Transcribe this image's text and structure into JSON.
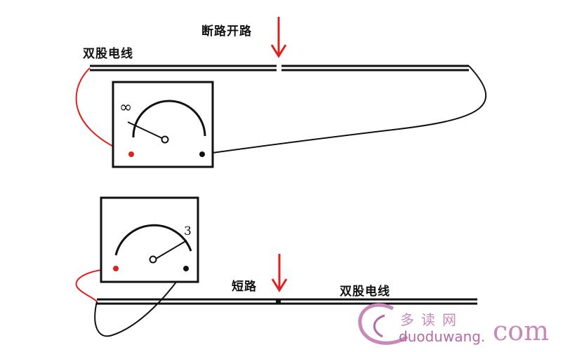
{
  "top_diagram": {
    "label_open_circuit": "断路开路",
    "label_wire": "双股电线",
    "meter_reading": "∞"
  },
  "bottom_diagram": {
    "label_short_circuit": "短路",
    "label_wire": "双股电线",
    "meter_reading": "3"
  },
  "watermark": {
    "chinese": "多读网",
    "domain": "duoduwang.",
    "suffix": "com"
  },
  "colors": {
    "wire_black": "#111111",
    "lead_red": "#e02020",
    "probe_red": "#e02020",
    "arrow_red": "#e02020",
    "watermark": "#c78ab8"
  }
}
